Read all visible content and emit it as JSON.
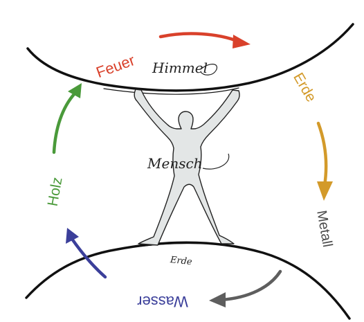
{
  "labels": {
    "feuer": "Feuer",
    "erde_top": "Erde",
    "metall": "Metall",
    "wasser": "Wasser",
    "holz": "Holz"
  },
  "inscriptions": {
    "himmel": "Himmel",
    "mensch": "Mensch",
    "erde_ground": "Erde"
  },
  "colors": {
    "feuer": "#d9412b",
    "erde": "#d39a2a",
    "metall": "#5e5e5e",
    "wasser": "#3b3f9a",
    "holz": "#4a9a3a",
    "figure_fill": "#e3e6e6",
    "line": "#111111"
  }
}
